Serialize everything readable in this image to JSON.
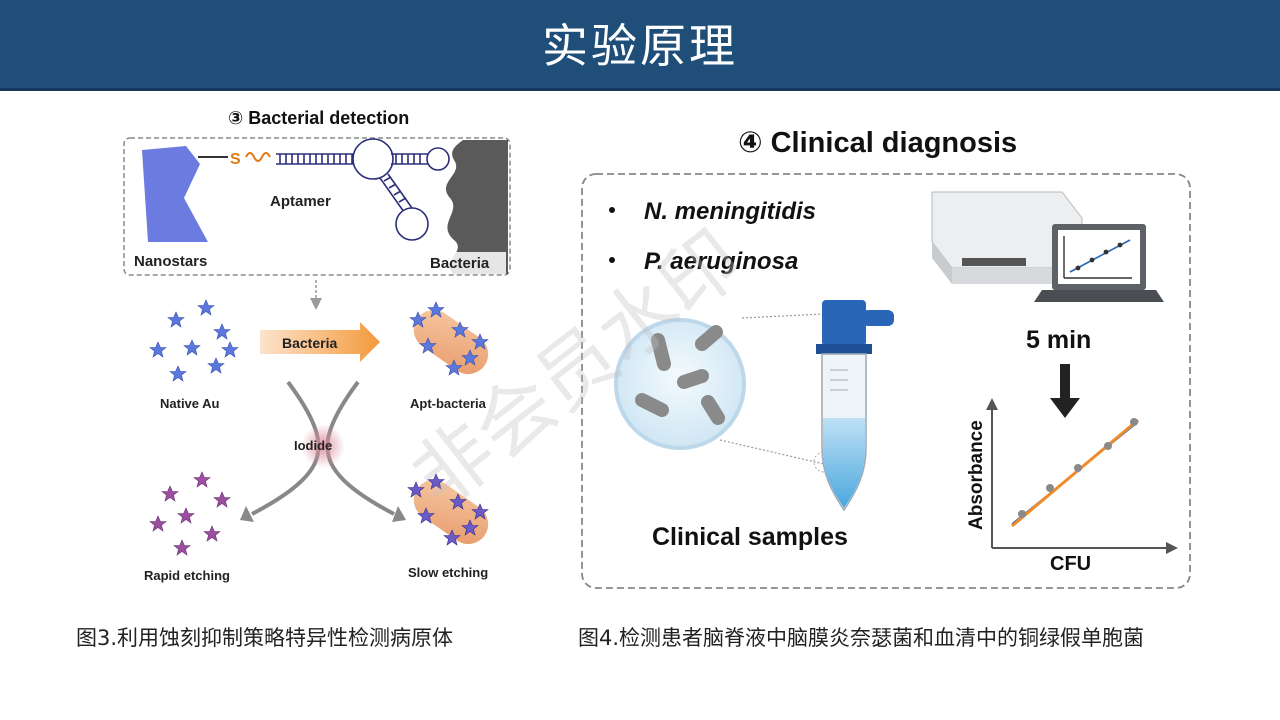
{
  "header": {
    "title": "实验原理",
    "bg_color": "#1f4e79"
  },
  "figure3": {
    "title": "③ Bacterial detection",
    "labels": {
      "s": "S",
      "aptamer": "Aptamer",
      "nanostars": "Nanostars",
      "bacteria": "Bacteria",
      "arrow_bacteria": "Bacteria",
      "native_au": "Native Au",
      "apt_bacteria": "Apt-bacteria",
      "iodide": "Iodide",
      "rapid_etching": "Rapid etching",
      "slow_etching": "Slow etching"
    },
    "caption": "图3.利用蚀刻抑制策略特异性检测病原体"
  },
  "figure4": {
    "title": "④ Clinical diagnosis",
    "bullets": [
      "N. meningitidis",
      "P. aeruginosa"
    ],
    "time_label": "5 min",
    "clinical_label": "Clinical samples",
    "axis_y": "Absorbance",
    "axis_x": "CFU",
    "caption": "图4.检测患者脑脊液中脑膜炎奈瑟菌和血清中的铜绿假单胞菌"
  },
  "watermark": "非会员水印"
}
